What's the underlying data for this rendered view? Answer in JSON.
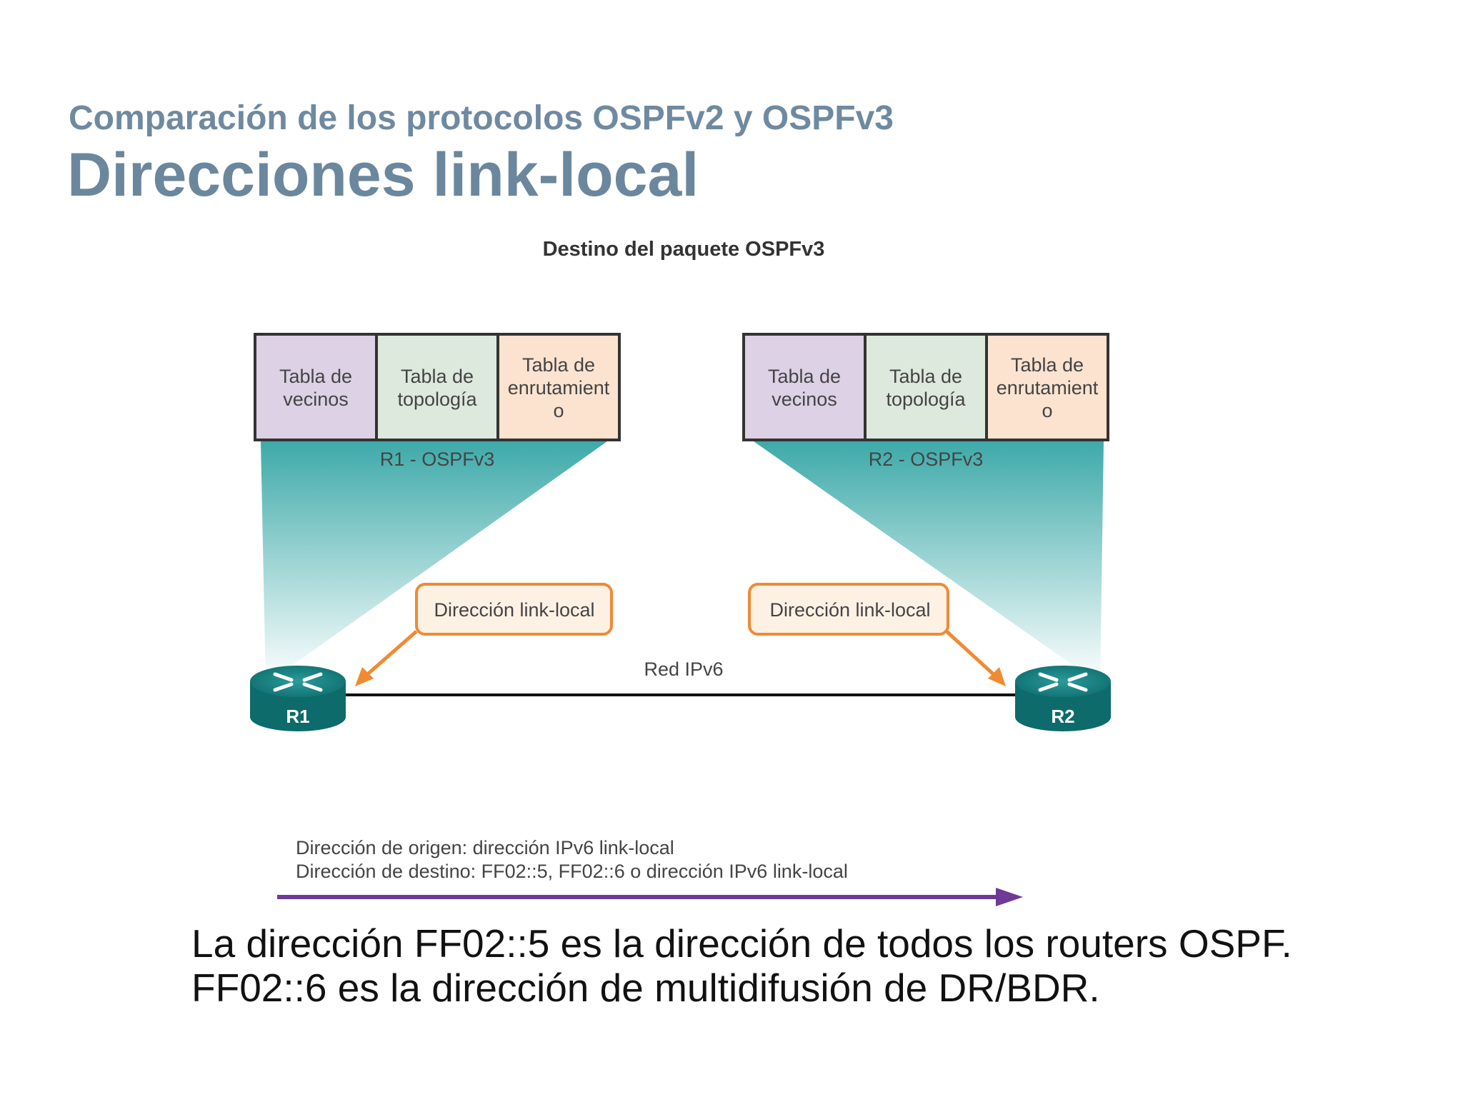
{
  "header": {
    "subtitle": "Comparación de los protocolos OSPFv2 y OSPFv3",
    "title": "Direcciones link-local"
  },
  "diagram": {
    "heading": "Destino del paquete OSPFv3",
    "r1": {
      "tables": [
        "Tabla de|vecinos",
        "Tabla de|topología",
        "Tabla de|enrutamient|o"
      ],
      "label": "R1 - OSPFv3",
      "router": "R1"
    },
    "r2": {
      "tables": [
        "Tabla de|vecinos",
        "Tabla de|topología",
        "Tabla de|enrutamient|o"
      ],
      "label": "R2 - OSPFv3",
      "router": "R2"
    },
    "callout_left": "Dirección link-local",
    "callout_right": "Dirección link-local",
    "network": "Red IPv6",
    "source_line": "Dirección de origen: dirección IPv6 link-local",
    "dest_line": "Dirección de destino: FF02::5, FF02::6 o dirección IPv6 link-local",
    "colors": {
      "neighbors": "#ddd1e6",
      "topology": "#dde9dc",
      "routing": "#fbe3d0",
      "teal": "#3aa8a8",
      "callout": "#f08a33",
      "arrow": "#6f3a96",
      "router": "#127a7a"
    }
  },
  "caption": {
    "line1": "La dirección FF02::5 es la dirección de todos los routers OSPF.",
    "line2": "FF02::6 es la dirección de multidifusión de DR/BDR."
  }
}
